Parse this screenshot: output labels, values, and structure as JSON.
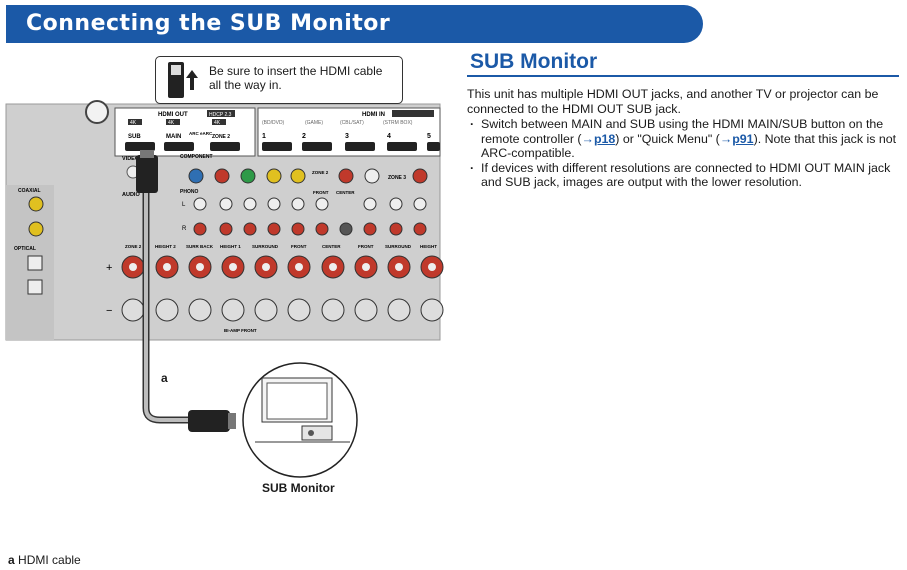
{
  "header": {
    "title": "Connecting the SUB Monitor"
  },
  "section": {
    "title": "SUB Monitor",
    "intro": "This unit has multiple HDMI OUT jacks, and another TV or projector can be connected to the HDMI OUT SUB jack.",
    "bullets": [
      {
        "part1": "Switch between MAIN and SUB using the HDMI MAIN/SUB button on the remote controller (",
        "link1": "p18",
        "part2": ") or \"Quick Menu\" (",
        "link2": "p91",
        "part3": "). Note that this jack is not ARC-compatible."
      },
      {
        "text": "If devices with different resolutions are connected to HDMI OUT MAIN jack and SUB jack, images are output with the lower resolution."
      }
    ]
  },
  "callout": {
    "text": "Be sure to insert the HDMI cable all the way in."
  },
  "figure": {
    "cable_marker": "a",
    "monitor_caption": "SUB Monitor",
    "panel": {
      "hdmi_out": "HDMI OUT",
      "hdcp": "HDCP 2.3",
      "hdmi_in": "HDMI IN",
      "badge_4k": "4K",
      "sub": "SUB",
      "main": "MAIN",
      "arc": "ARC eARC",
      "zone2": "ZONE 2",
      "inputs": [
        "1",
        "2",
        "3",
        "4",
        "5"
      ],
      "input_names": [
        "(BD/DVD)",
        "(GAME)",
        "(CBL/SAT)",
        "(STRM BOX)"
      ],
      "component": "COMPONENT",
      "coaxial": "COAXIAL",
      "optical": "OPTICAL",
      "phono": "PHONO",
      "front": "FRONT",
      "center": "CENTER",
      "zone3": "ZONE 3",
      "video": "VIDEO",
      "audio": "AUDIO",
      "speaker_labels": [
        "ZONE 2",
        "HEIGHT 2",
        "SURR BACK",
        "HEIGHT 1",
        "SURROUND",
        "FRONT",
        "CENTER",
        "FRONT",
        "SURROUND",
        "HEIGHT"
      ],
      "bi_amp": "BI-AMP FRONT"
    }
  },
  "legend": {
    "key": "a",
    "text": "HDMI cable"
  },
  "colors": {
    "accent": "#1b59a7",
    "panel": "#cfcfcf"
  }
}
